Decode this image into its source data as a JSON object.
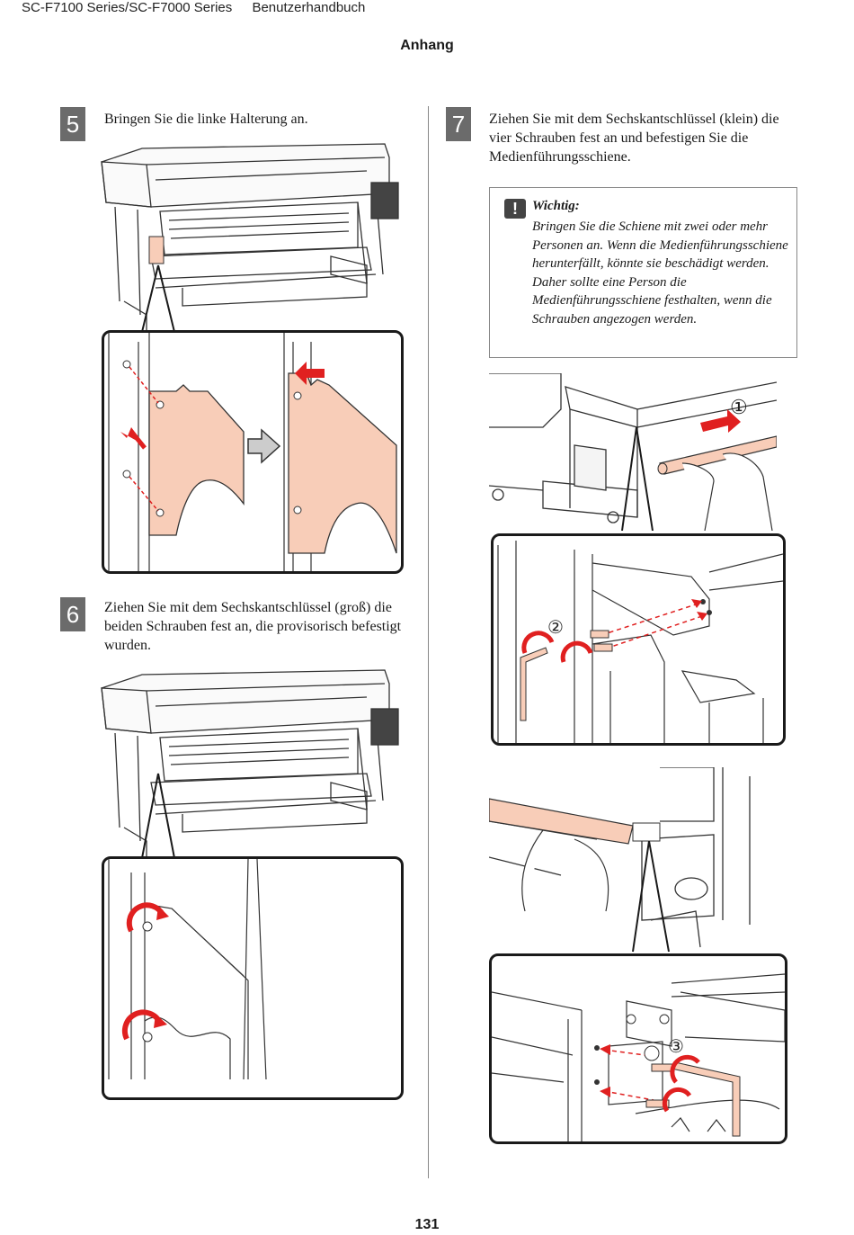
{
  "header": {
    "model": "SC-F7100 Series/SC-F7000 Series",
    "manual": "Benutzerhandbuch"
  },
  "section_title": "Anhang",
  "steps": [
    {
      "number": "5",
      "text": "Bringen Sie die linke Halterung an."
    },
    {
      "number": "6",
      "text": "Ziehen Sie mit dem Sechskantschlüssel (groß) die beiden Schrauben fest an, die provisorisch befestigt wurden."
    },
    {
      "number": "7",
      "text": "Ziehen Sie mit dem Sechskantschlüssel (klein) die vier Schrauben fest an und befestigen Sie die Medienführungsschiene."
    }
  ],
  "note": {
    "icon": "!",
    "title": "Wichtig:",
    "body": "Bringen Sie die Schiene mit zwei oder mehr Personen an. Wenn die Medienführungsschiene herunterfällt, könnte sie beschädigt werden. Daher sollte eine Person die Medienführungsschiene festhalten, wenn die Schrauben angezogen werden."
  },
  "callouts": {
    "one": "①",
    "two": "②",
    "three": "③"
  },
  "colors": {
    "part_fill": "#f8cdb8",
    "arrow_red": "#e02020",
    "badge_gray": "#6b6b6b"
  },
  "page_number": "131"
}
